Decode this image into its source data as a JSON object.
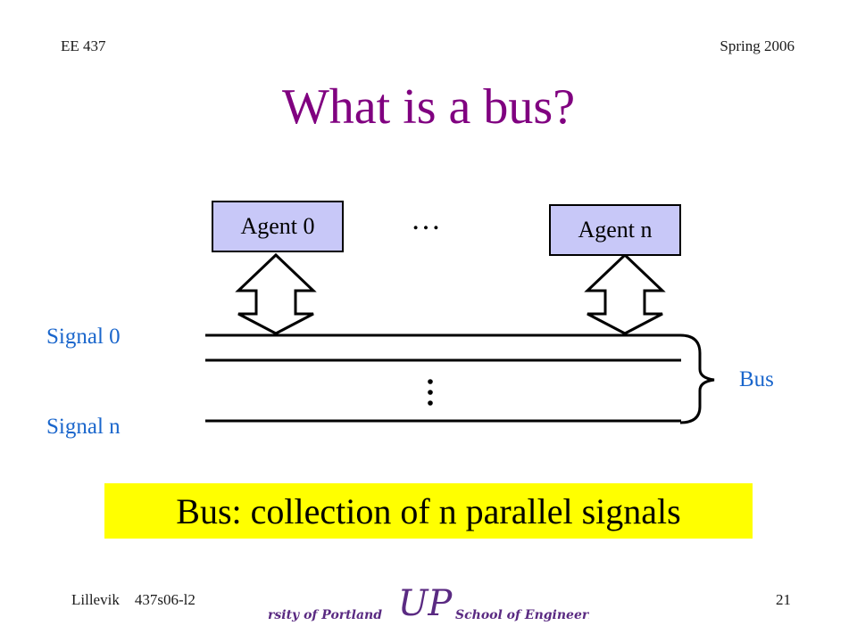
{
  "header": {
    "course": "EE 437",
    "term": "Spring 2006"
  },
  "title": "What is a bus?",
  "diagram": {
    "agent_first": "Agent  0",
    "agent_last": "Agent  n",
    "agents_ellipsis": "…",
    "signal_first": "Signal 0",
    "signal_last": "Signal n",
    "bus_label": "Bus",
    "colors": {
      "agent_fill": "#c8c8f8",
      "signal_label": "#1a66cc",
      "title": "#800080"
    }
  },
  "callout": {
    "text": "Bus: collection of n parallel signals",
    "color": "#ffff00"
  },
  "footer": {
    "left": "Lillevik    437s06-l2",
    "page_number": "21",
    "logo": {
      "left_text": "University of Portland",
      "monogram": "UP",
      "right_text": "School of Engineering"
    }
  }
}
